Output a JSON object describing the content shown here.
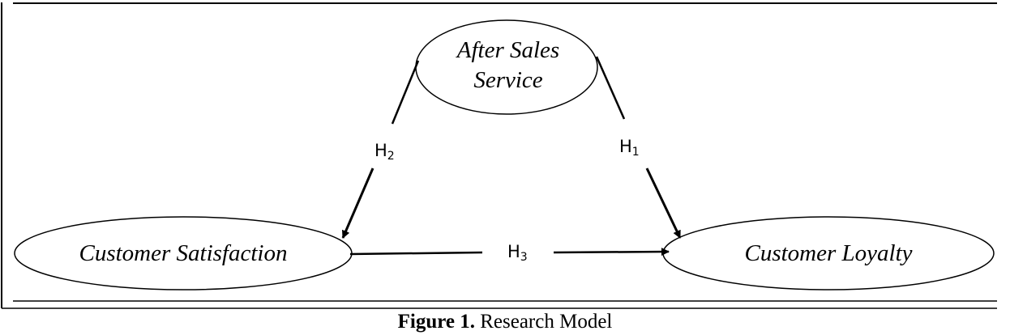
{
  "nodes": {
    "after_sales": {
      "line1": "After Sales",
      "line2": "Service"
    },
    "satisfaction": {
      "label": "Customer Satisfaction"
    },
    "loyalty": {
      "label": "Customer Loyalty"
    }
  },
  "edges": {
    "h1": {
      "label": "H",
      "sub": "1",
      "from": "After Sales Service",
      "to": "Customer Loyalty"
    },
    "h2": {
      "label": "H",
      "sub": "2",
      "from": "After Sales Service",
      "to": "Customer Satisfaction"
    },
    "h3": {
      "label": "H",
      "sub": "3",
      "from": "Customer Satisfaction",
      "to": "Customer Loyalty"
    }
  },
  "caption": {
    "bold": "Figure 1.",
    "text": " Research Model"
  }
}
